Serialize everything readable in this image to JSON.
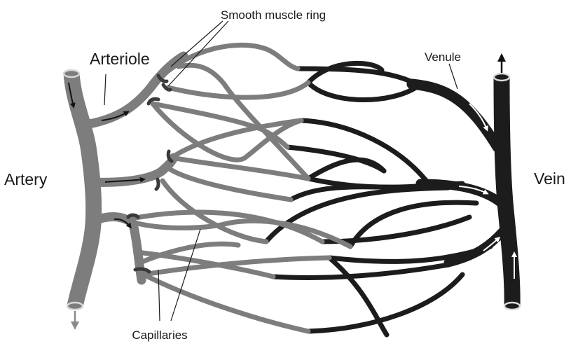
{
  "diagram": {
    "labels": {
      "smooth_muscle_ring": "Smooth muscle ring",
      "arteriole": "Arteriole",
      "venule": "Venule",
      "artery": "Artery",
      "vein": "Vein",
      "capillaries": "Capillaries"
    },
    "colors": {
      "arterial": "#7d7d7d",
      "venous": "#1c1c1c",
      "muscle_ring": "#3a3a3a",
      "vessel_opening": "#d9d9d9",
      "flow_arrow": "#ffffff",
      "background": "#ffffff"
    }
  }
}
